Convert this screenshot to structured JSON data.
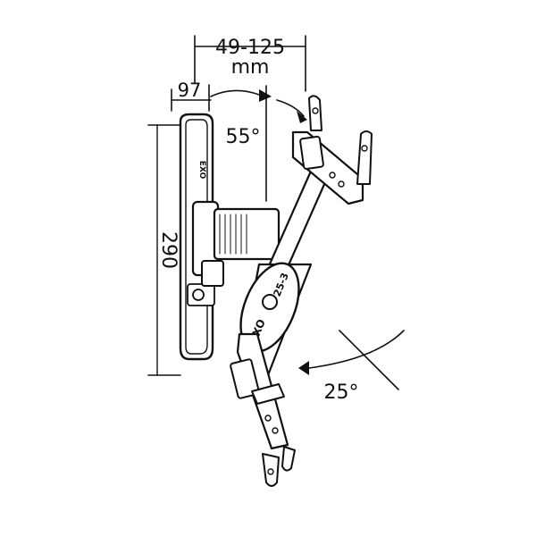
{
  "dimensions": {
    "depth_range": "49-125",
    "depth_unit": "mm",
    "wall_plate_depth": "97",
    "height": "290",
    "swivel_angle": "55°",
    "tilt_angle": "25°"
  },
  "product": {
    "brand_mark": "EXO",
    "arm_brand": "EXO",
    "model_code": "25-3"
  },
  "colors": {
    "stroke": "#111111",
    "background": "#ffffff"
  }
}
